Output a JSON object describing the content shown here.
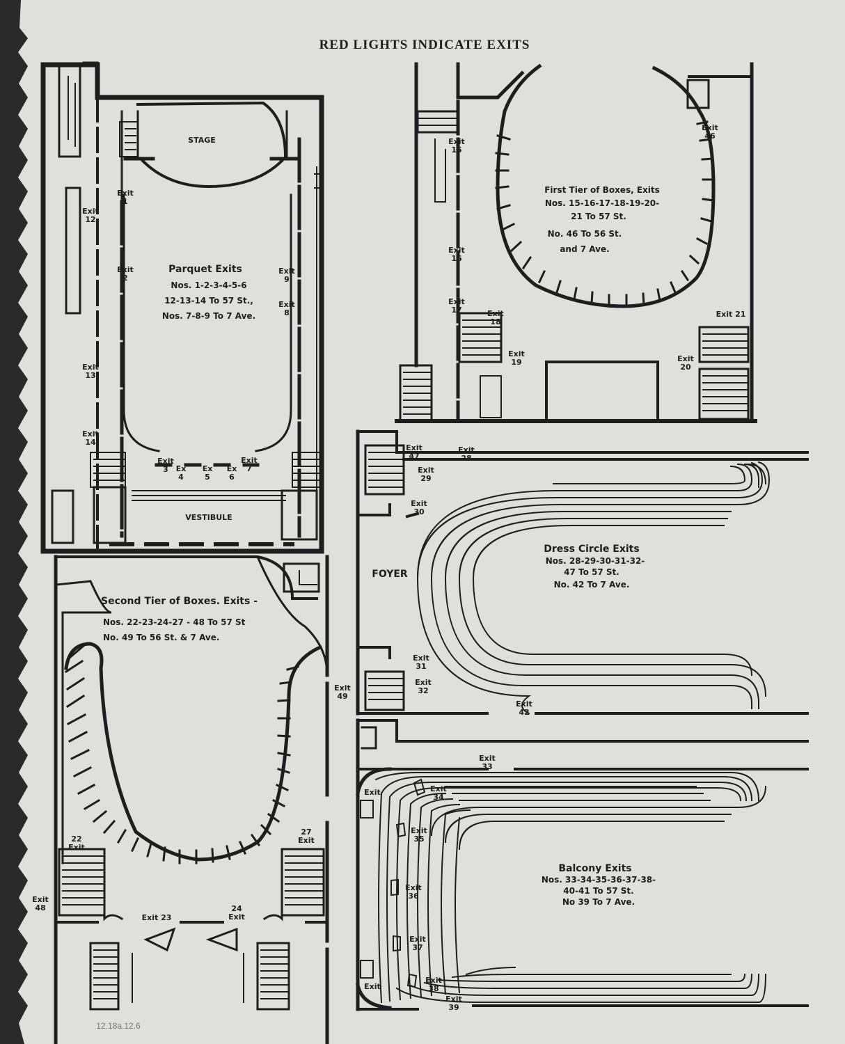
{
  "header": "RED LIGHTS INDICATE EXITS",
  "stage_label": "STAGE",
  "vestibule_label": "VESTIBULE",
  "foyer_label": "FOYER",
  "parquet": {
    "title": "Parquet Exits",
    "line1": "Nos. 1-2-3-4-5-6",
    "line2": "12-13-14 To 57 St.,",
    "line3": "Nos. 7-8-9 To 7 Ave."
  },
  "first_tier": {
    "title": "First Tier of Boxes, Exits",
    "line1": "Nos. 15-16-17-18-19-20-",
    "line2": "21 To 57 St.",
    "line3": "No. 46 To 56 St.",
    "line4": "and 7 Ave."
  },
  "dress_circle": {
    "title": "Dress Circle Exits",
    "line1": "Nos. 28-29-30-31-32-",
    "line2": "47 To 57 St.",
    "line3": "No. 42 To 7 Ave."
  },
  "second_tier": {
    "title": "Second Tier of Boxes. Exits -",
    "line1": "Nos. 22-23-24-27 - 48 To 57 St",
    "line2": "No. 49 To 56 St. & 7 Ave."
  },
  "balcony": {
    "title": "Balcony Exits",
    "line1": "Nos. 33-34-35-36-37-38-",
    "line2": "40-41 To 57 St.",
    "line3": "No 39 To 7 Ave."
  },
  "exits": {
    "e1": "Exit\n1",
    "e2": "Exit\n2",
    "e3": "Exit\n3",
    "e4": "Ex\n4",
    "e5": "Ex\n5",
    "e6": "Ex\n6",
    "e7": "Exit\n7",
    "e8": "Exit\n8",
    "e9": "Exit\n9",
    "e12": "Exit\n12",
    "e13": "Exit\n13",
    "e14": "Exit\n14",
    "e15": "Exit\n15",
    "e16": "Exit\n16",
    "e17": "Exit\n17",
    "e18": "Exit\n18",
    "e19": "Exit\n19",
    "e20": "Exit\n20",
    "e21": "Exit 21",
    "e46": "Exit\n46",
    "e47": "Exit\n47",
    "e28": "Exit\n28",
    "e29": "Exit\n29",
    "e30": "Exit\n30",
    "e31": "Exit\n31",
    "e32": "Exit\n32",
    "e42": "Exit\n42",
    "e22": "22\nExit",
    "e27": "27\nExit",
    "e48": "Exit\n48",
    "e23": "Exit 23",
    "e24": "24\nExit",
    "e49": "Exit\n49",
    "e33": "Exit\n33",
    "e34": "Exit\n34",
    "e35": "Exit\n35",
    "e36": "Exit\n36",
    "e37": "Exit\n37",
    "e38": "Exit\n38",
    "e39": "Exit\n39",
    "eTop": "Exit",
    "eBot": "Exit"
  },
  "pencil_note": "12.18a.12.6",
  "colors": {
    "paper": "#dfe0dc",
    "ink": "#1e1e1e",
    "backdrop": "#2a2a2a"
  }
}
